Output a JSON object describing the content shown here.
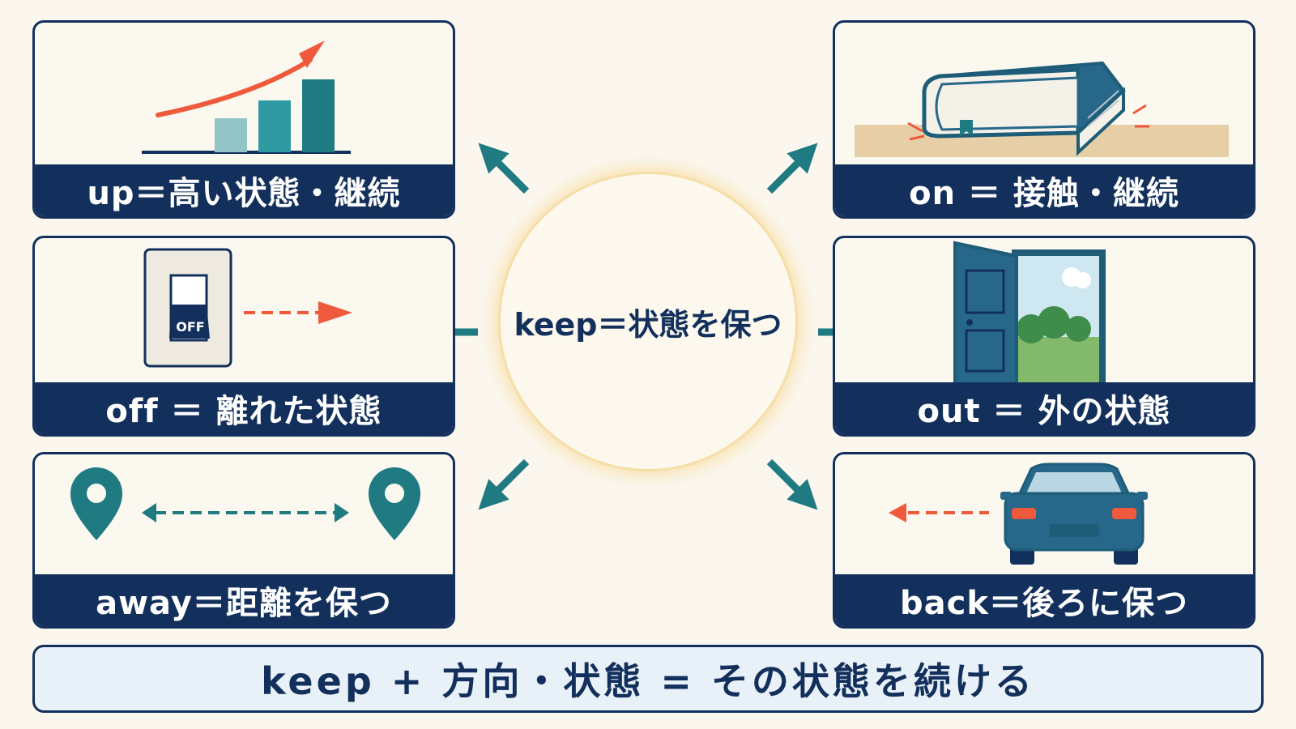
{
  "center": {
    "text": "keep＝状態を保つ"
  },
  "cards": {
    "up": {
      "label": "up＝高い状態・継続"
    },
    "on": {
      "label": "on ＝ 接触・継続"
    },
    "off": {
      "label": "off ＝ 離れた状態",
      "switch_text": "OFF"
    },
    "out": {
      "label": "out ＝ 外の状態"
    },
    "away": {
      "label": "away＝距離を保つ"
    },
    "back": {
      "label": "back＝後ろに保つ"
    }
  },
  "summary": {
    "text": "keep + 方向・状態 = その状態を続ける"
  },
  "colors": {
    "navy": "#13305c",
    "teal": "#1f7a82",
    "orange": "#ef5a3c",
    "cream": "#fbf7ee",
    "glow": "#f6dea6"
  },
  "icons": [
    "chart-arrow-icon",
    "book-icon",
    "light-switch-icon",
    "open-door-icon",
    "location-pin-icon",
    "car-icon",
    "arrow-icon"
  ]
}
